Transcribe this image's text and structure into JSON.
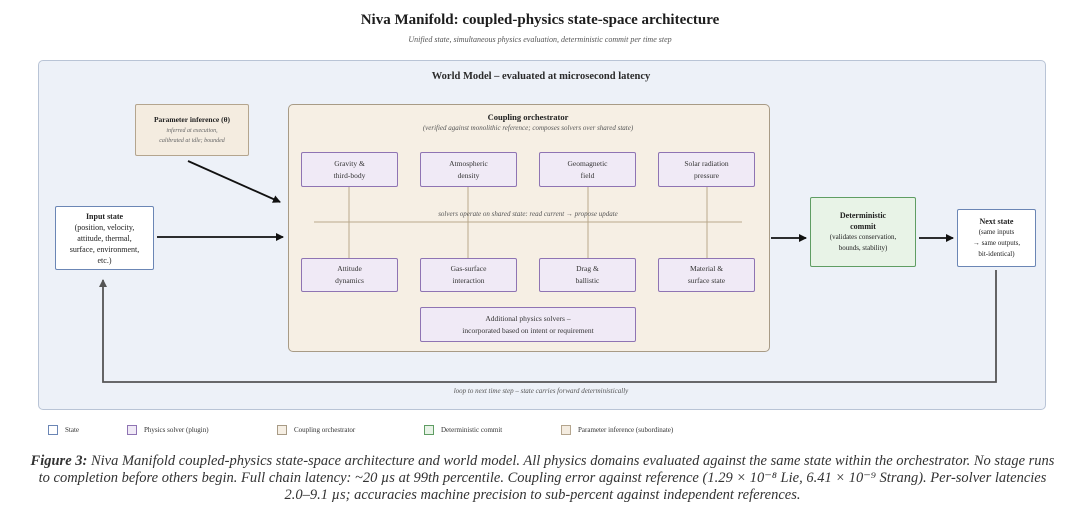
{
  "title": "Niva Manifold: coupled-physics state-space architecture",
  "subtitle": "Unified state, simultaneous physics evaluation, deterministic commit per time step",
  "world_model": {
    "title": "World Model  –  evaluated at microsecond latency"
  },
  "parameter_inference": {
    "title": "Parameter inference (θ)",
    "line1": "inferred at execution,",
    "line2": "calibrated at idle; bounded"
  },
  "input_state": {
    "title": "Input state",
    "line1": "(position, velocity,",
    "line2": "attitude, thermal,",
    "line3": "surface, environment,",
    "line4": "etc.)"
  },
  "orchestrator": {
    "title": "Coupling orchestrator",
    "subtitle": "(verified against monolithic reference; composes solvers over shared state)",
    "shared_state_label": "solvers operate on shared state: read current → propose update",
    "solvers_top": [
      {
        "line1": "Gravity &",
        "line2": "third-body"
      },
      {
        "line1": "Atmospheric",
        "line2": "density"
      },
      {
        "line1": "Geomagnetic",
        "line2": "field"
      },
      {
        "line1": "Solar radiation",
        "line2": "pressure"
      }
    ],
    "solvers_bottom": [
      {
        "line1": "Attitude",
        "line2": "dynamics"
      },
      {
        "line1": "Gas-surface",
        "line2": "interaction"
      },
      {
        "line1": "Drag &",
        "line2": "ballistic"
      },
      {
        "line1": "Material &",
        "line2": "surface state"
      }
    ],
    "additional": {
      "line1": "Additional physics solvers –",
      "line2": "incorporated based on intent or requirement"
    }
  },
  "commit": {
    "title1": "Deterministic",
    "title2": "commit",
    "line1": "(validates conservation,",
    "line2": "bounds, stability)"
  },
  "next_state": {
    "title": "Next state",
    "line1": "(same inputs",
    "line2": "→ same outputs,",
    "line3": "bit-identical)"
  },
  "loop_label": "loop to next time step  –  state carries forward deterministically",
  "legend": [
    {
      "label": "State",
      "fill": "#ffffff",
      "border": "#6b86b5"
    },
    {
      "label": "Physics solver (plugin)",
      "fill": "#f0eaf6",
      "border": "#8f74b3"
    },
    {
      "label": "Coupling orchestrator",
      "fill": "#f6efe4",
      "border": "#a89b86"
    },
    {
      "label": "Deterministic commit",
      "fill": "#e8f3e7",
      "border": "#5f9d63"
    },
    {
      "label": "Parameter inference (subordinate)",
      "fill": "#f4ece0",
      "border": "#b4a58e"
    }
  ],
  "caption": {
    "label": "Figure 3:",
    "text": "Niva Manifold coupled-physics state-space architecture and world model. All physics domains evaluated against the same state within the orchestrator. No stage runs to completion before others begin. Full chain latency: ~20 µs at 99th percentile. Coupling error against reference (1.29 × 10⁻⁸ Lie, 6.41 × 10⁻⁹ Strang). Per-solver latencies 2.0–9.1 µs; accuracies machine precision to sub-percent against independent references."
  }
}
